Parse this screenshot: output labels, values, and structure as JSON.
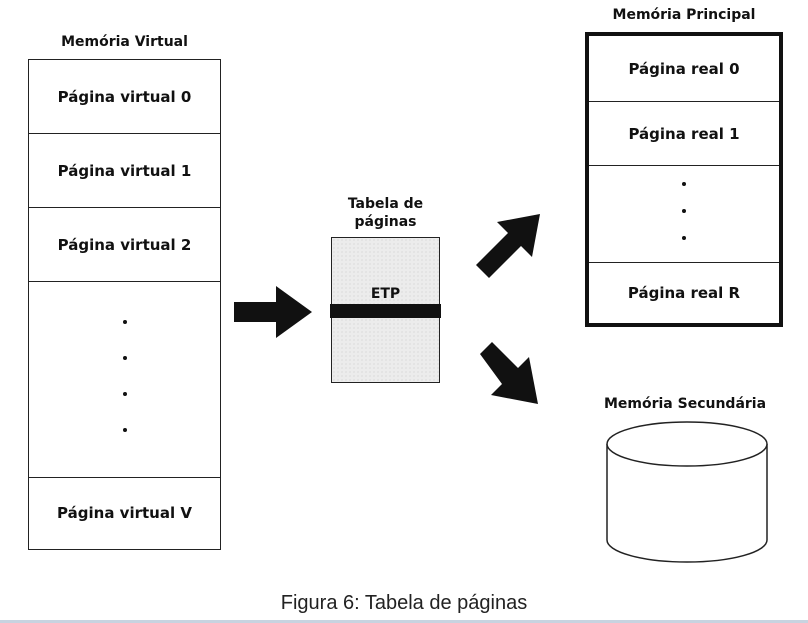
{
  "virtual_memory": {
    "title": "Memória Virtual",
    "pages": [
      "Página virtual 0",
      "Página virtual 1",
      "Página virtual 2"
    ],
    "last_page": "Página virtual V"
  },
  "page_table": {
    "title_line1": "Tabela de",
    "title_line2": "páginas",
    "entry": "ETP"
  },
  "main_memory": {
    "title": "Memória Principal",
    "pages": [
      "Página real 0",
      "Página real 1"
    ],
    "last_page": "Página real R"
  },
  "secondary_memory": {
    "title": "Memória Secundária"
  },
  "caption": "Figura 6: Tabela de páginas"
}
